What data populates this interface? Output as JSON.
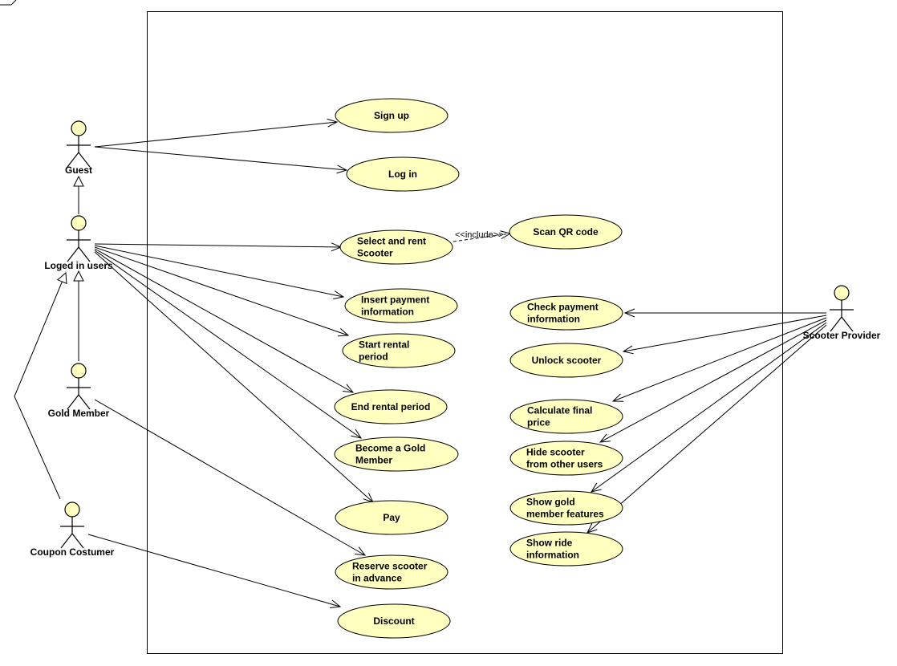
{
  "colors": {
    "usecase_fill": "#ffffc0",
    "line": "#000000",
    "background": "#ffffff"
  },
  "actors": {
    "guest": "Guest",
    "logged_in": "Loged in users",
    "gold": "Gold Member",
    "coupon": "Coupon Costumer",
    "provider": "Scooter Provider"
  },
  "usecases": {
    "signup": [
      "Sign up"
    ],
    "login": [
      "Log in"
    ],
    "select": [
      "Select and rent",
      "Scooter"
    ],
    "scanqr": [
      "Scan QR code"
    ],
    "insert_payment": [
      "Insert payment",
      "information"
    ],
    "start_rental": [
      "Start rental",
      "period"
    ],
    "end_rental": [
      "End rental period"
    ],
    "become_gold": [
      "Become a Gold",
      "Member"
    ],
    "pay": [
      "Pay"
    ],
    "reserve": [
      "Reserve scooter",
      "in advance"
    ],
    "discount": [
      "Discount"
    ],
    "check_payment": [
      "Check payment",
      "information"
    ],
    "unlock": [
      "Unlock  scooter"
    ],
    "calc_price": [
      "Calculate final",
      "price"
    ],
    "hide": [
      "Hide scooter",
      "from other users"
    ],
    "show_gold": [
      "Show gold",
      "member features"
    ],
    "show_ride": [
      "Show ride",
      "information"
    ]
  },
  "relationships": {
    "include_label": "<<include>>"
  }
}
